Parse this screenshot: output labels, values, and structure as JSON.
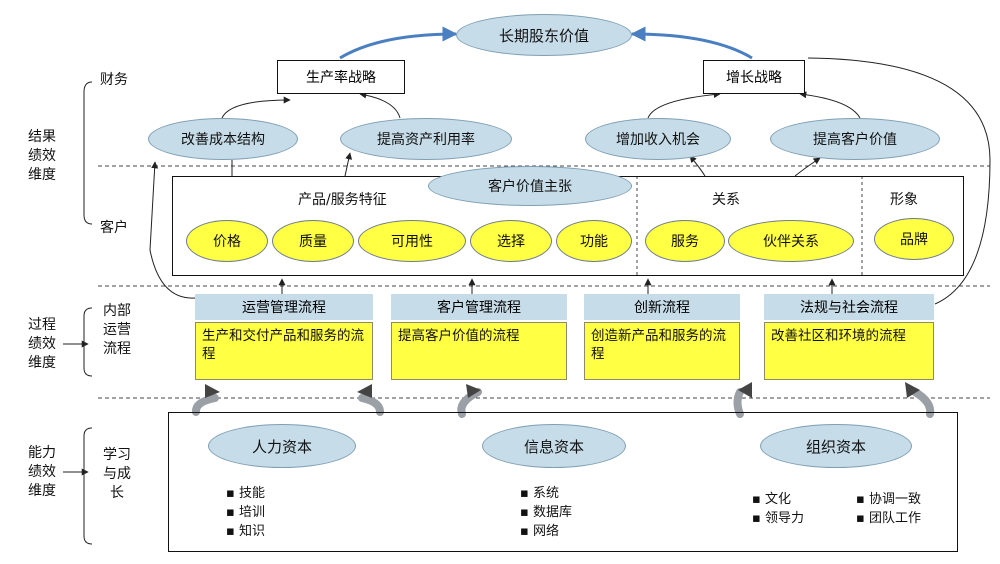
{
  "top_value": "长期股东价值",
  "left_dimensions": {
    "result": "结果绩效维度",
    "process": "过程绩效维度",
    "capability": "能力绩效维度"
  },
  "layers": {
    "finance": "财务",
    "customer": "客户",
    "internal": "内部运营流程",
    "learning": "学习与成长"
  },
  "finance": {
    "strategy_left": "生产率战略",
    "strategy_right": "增长战略",
    "goals": [
      "改善成本结构",
      "提高资产利用率",
      "增加收入机会",
      "提高客户价值"
    ]
  },
  "customer": {
    "value_proposition": "客户价值主张",
    "group_product": "产品/服务特征",
    "group_relation": "关系",
    "group_image": "形象",
    "product_items": [
      "价格",
      "质量",
      "可用性",
      "选择",
      "功能"
    ],
    "relation_items": [
      "服务",
      "伙伴关系"
    ],
    "image_items": [
      "品牌"
    ]
  },
  "processes": [
    {
      "title": "运营管理流程",
      "desc": "生产和交付产品和服务的流程"
    },
    {
      "title": "客户管理流程",
      "desc": "提高客户价值的流程"
    },
    {
      "title": "创新流程",
      "desc": "创造新产品和服务的流程"
    },
    {
      "title": "法规与社会流程",
      "desc": "改善社区和环境的流程"
    }
  ],
  "capitals": {
    "human": {
      "title": "人力资本",
      "items": [
        "技能",
        "培训",
        "知识"
      ]
    },
    "info": {
      "title": "信息资本",
      "items": [
        "系统",
        "数据库",
        "网络"
      ]
    },
    "org": {
      "title": "组织资本",
      "items_a": [
        "文化",
        "领导力"
      ],
      "items_b": [
        "协调一致",
        "团队工作"
      ]
    }
  },
  "colors": {
    "ellipse_blue": "#c6dce8",
    "yellow": "#ffff44",
    "arrow_blue": "#4a7fc1"
  }
}
